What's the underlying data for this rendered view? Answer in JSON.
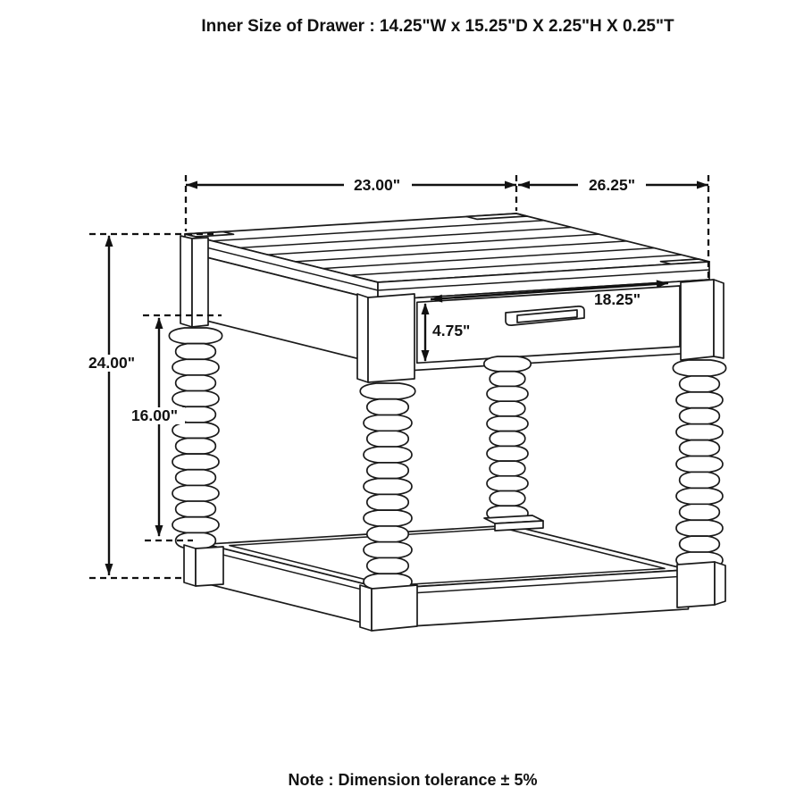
{
  "title": "Inner Size of Drawer : 14.25\"W x 15.25\"D X 2.25\"H X 0.25\"T",
  "note": "Note : Dimension tolerance ± 5%",
  "dimensions": {
    "top_width": "23.00\"",
    "top_depth": "26.25\"",
    "drawer_opening_width": "18.25\"",
    "drawer_front_height": "4.75\"",
    "overall_height": "24.00\"",
    "leg_clearance_height": "16.00\""
  },
  "colors": {
    "line": "#1a1a1a",
    "background": "#ffffff"
  }
}
